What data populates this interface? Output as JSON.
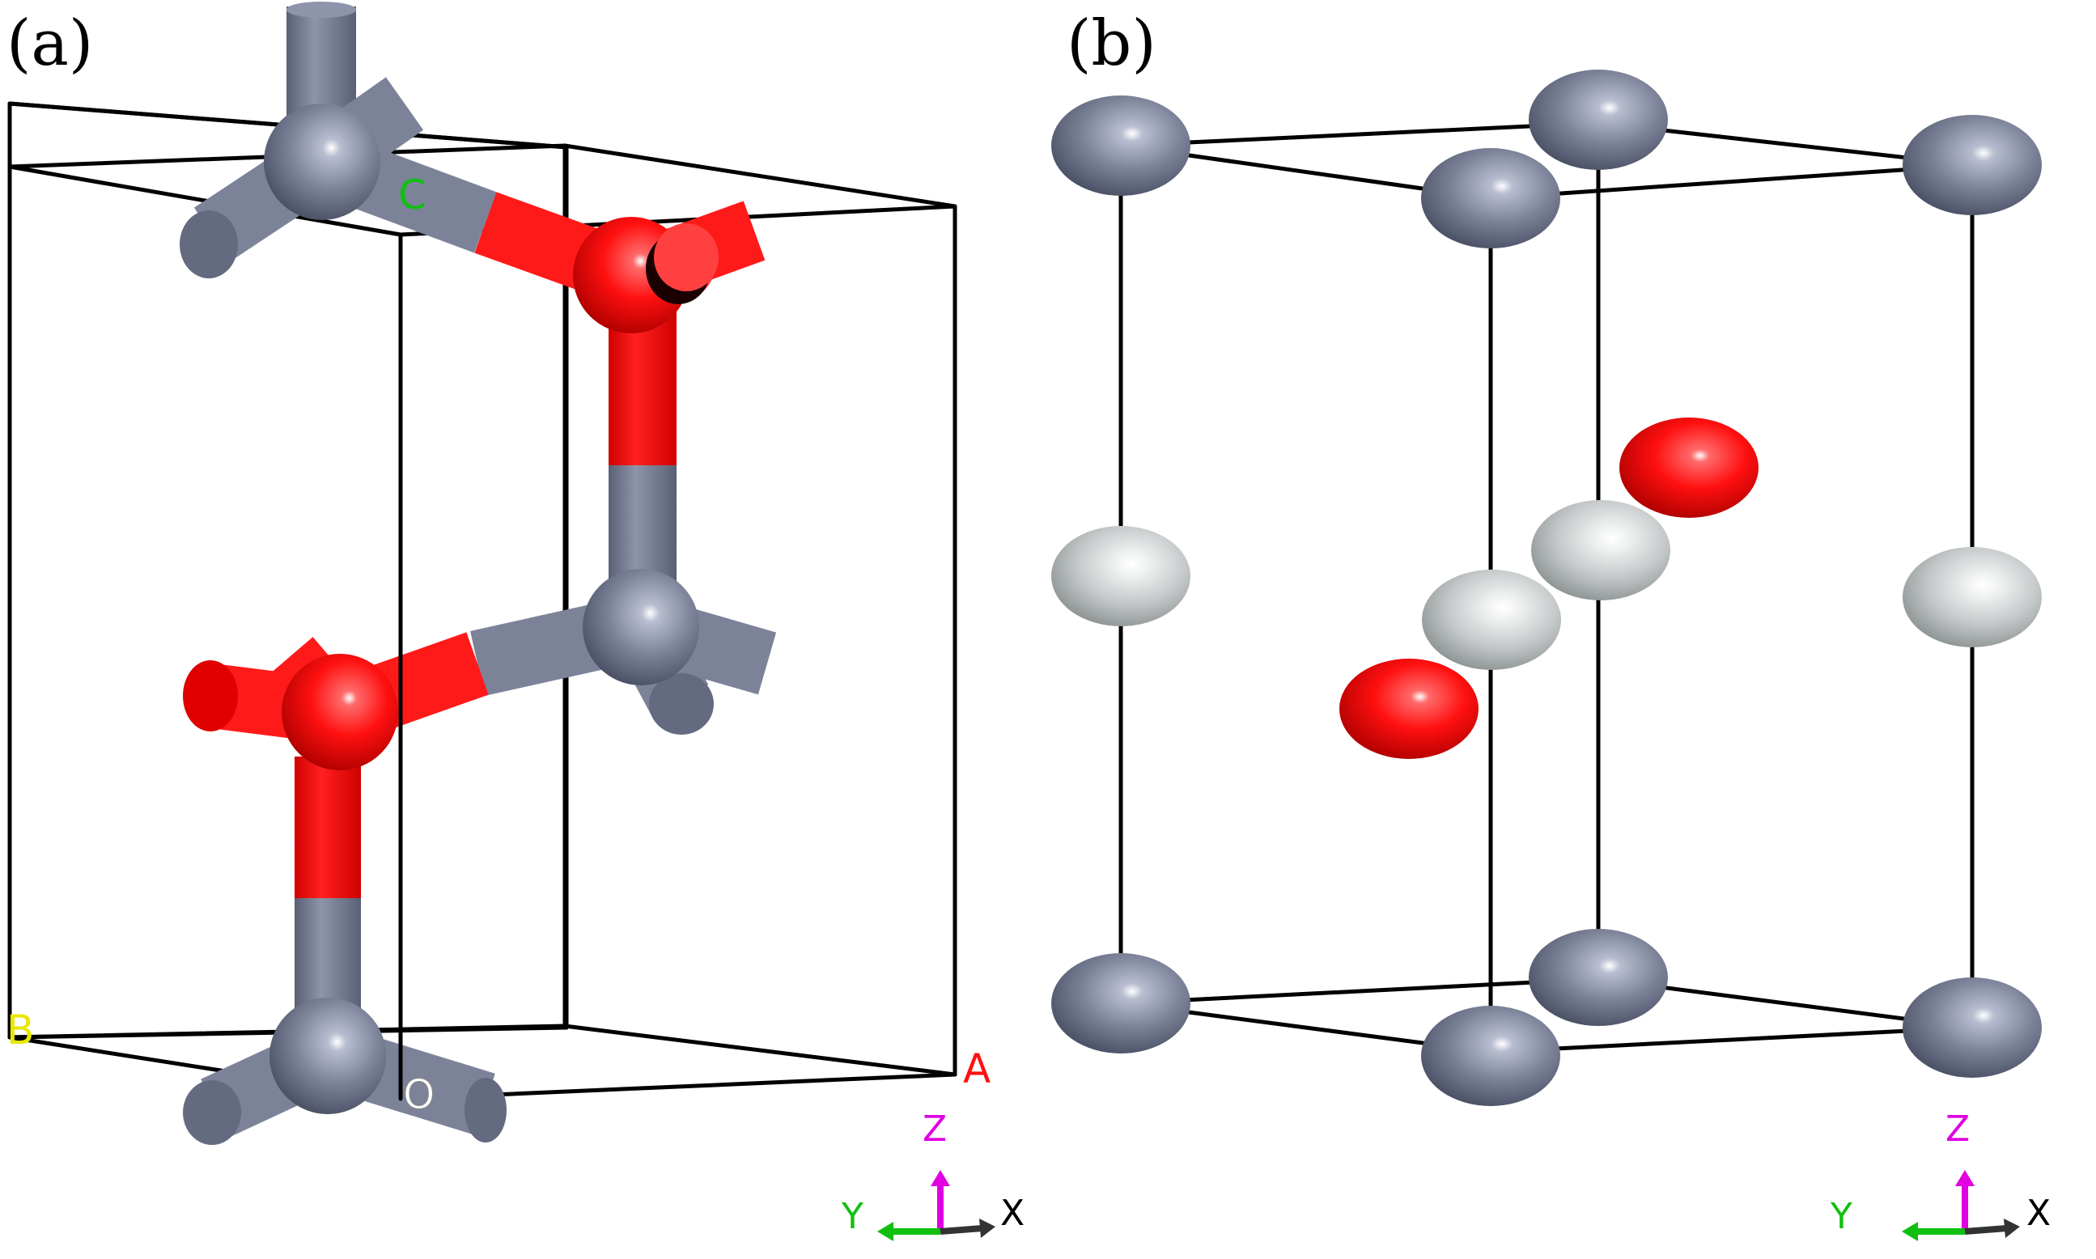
{
  "panels": {
    "a": {
      "label": "(a)"
    },
    "b": {
      "label": "(b)"
    }
  },
  "cell_labels": {
    "c": "C",
    "b": "B",
    "a": "A",
    "o": "O"
  },
  "axes": {
    "z": "Z",
    "y": "Y",
    "x": "X"
  },
  "colors": {
    "grey_atom": "#7c8399",
    "red_atom": "#ff1010",
    "white_atom": "#c9cccc",
    "axis_z": "#e000e0",
    "axis_y": "#10c010",
    "axis_x": "#000000",
    "label_c": "#10c010",
    "label_b": "#e8e800",
    "label_a": "#ff1010",
    "label_o": "#ffffff"
  }
}
